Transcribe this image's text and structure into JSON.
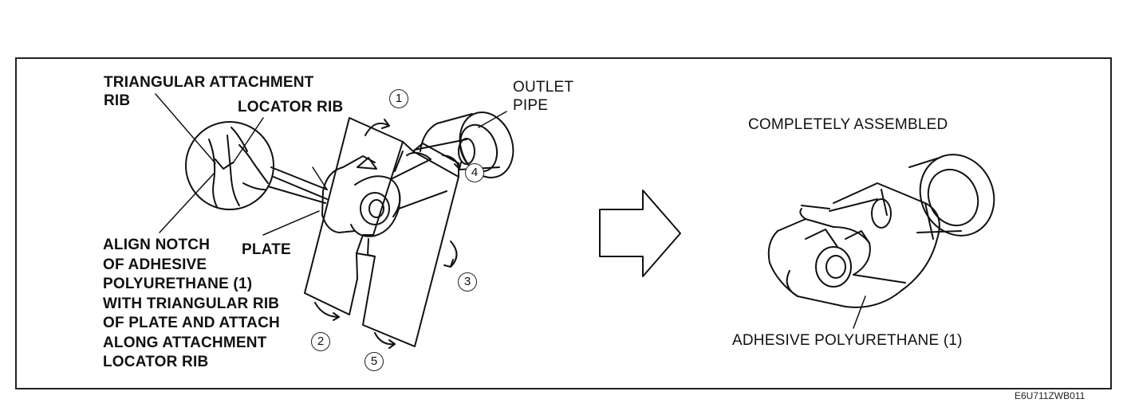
{
  "labels": {
    "triangular_rib": [
      "TRIANGULAR ATTACHMENT",
      "RIB"
    ],
    "locator_rib": "LOCATOR RIB",
    "outlet_pipe": [
      "OUTLET",
      "PIPE"
    ],
    "plate": "PLATE",
    "align_instruction": [
      "ALIGN NOTCH",
      "OF ADHESIVE",
      "POLYURETHANE (1)",
      "WITH TRIANGULAR RIB",
      "OF PLATE AND ATTACH",
      "ALONG ATTACHMENT",
      "LOCATOR RIB"
    ],
    "completely_assembled": "COMPLETELY ASSEMBLED",
    "adhesive_polyurethane": "ADHESIVE POLYURETHANE (1)"
  },
  "step_numbers": [
    "1",
    "2",
    "3",
    "4",
    "5"
  ],
  "figure_code": "E6U711ZWB011",
  "colors": {
    "line": "#111111",
    "background": "#ffffff"
  },
  "icons": [
    "right-arrow-icon",
    "magnifier-circle-icon",
    "curved-arrow-icon"
  ]
}
